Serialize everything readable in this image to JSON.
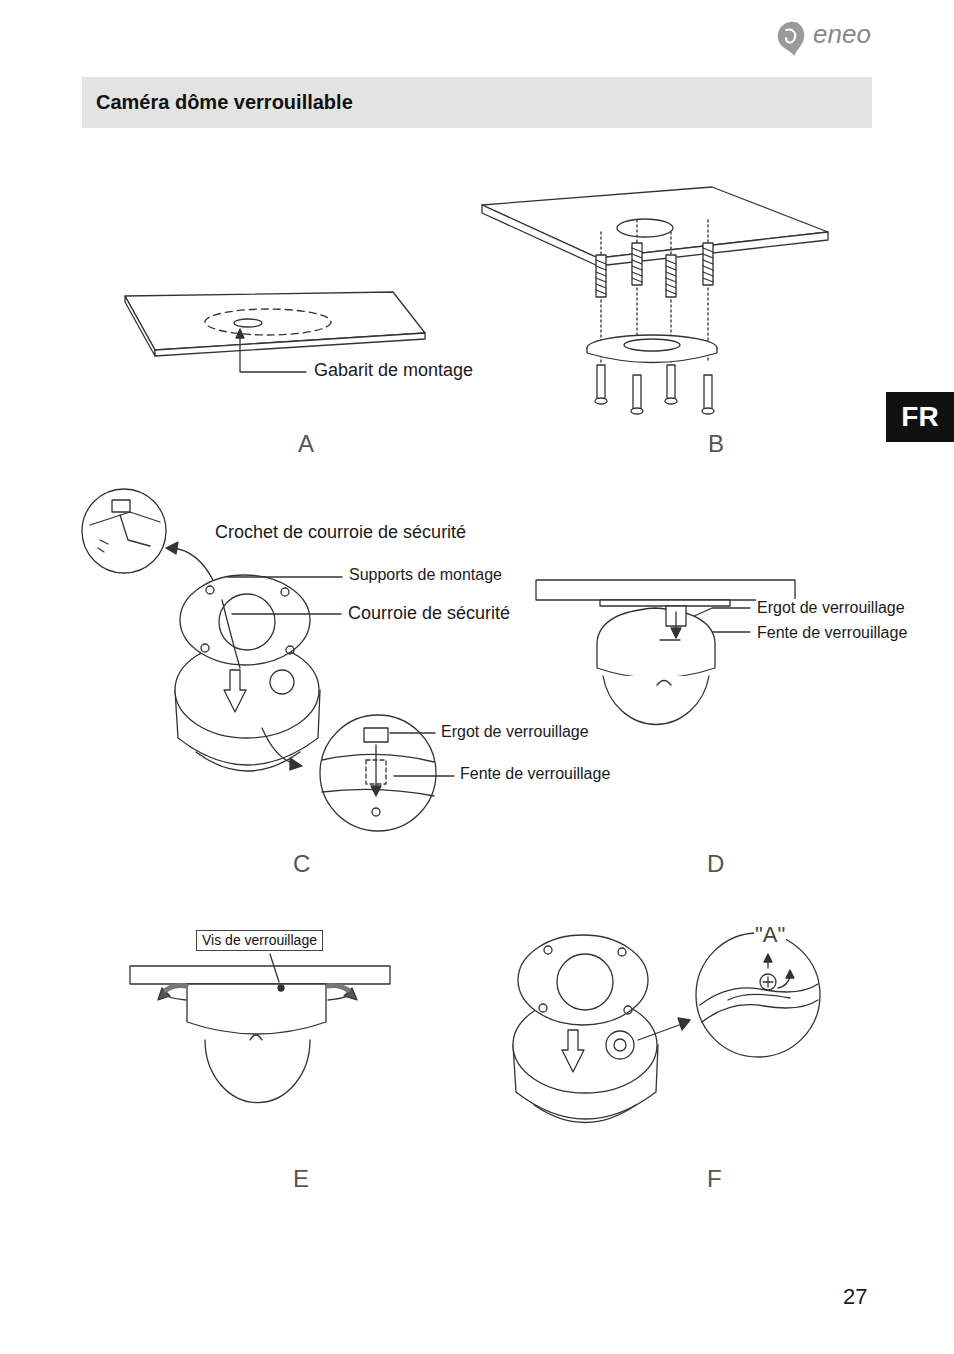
{
  "diagram": {
    "title": "Caméra dôme verrouillable",
    "nodes": [
      {
        "text": [
          "FR"
        ]
      },
      {
        "text": [
          "Vis de verrouillage"
        ]
      }
    ],
    "labels": [
      "eneo",
      "Gabarit de montage",
      "A",
      "B",
      "Crochet de courroie de sécurité",
      "Supports de montage",
      "Ergot de verrouillage",
      "Courroie de sécurité",
      "Fente de verrouillage",
      "Ergot de verrouillage",
      "Fente de verrouillage",
      "C",
      "D",
      "\"A\"",
      "E",
      "F",
      "27"
    ]
  }
}
